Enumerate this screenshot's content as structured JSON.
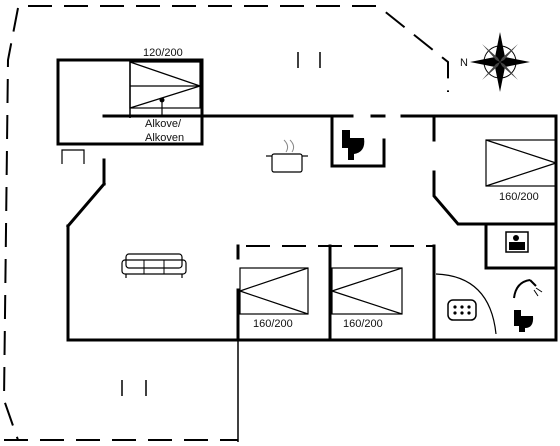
{
  "floor_plan": {
    "alcove": {
      "bed_size": "120/200",
      "label_line1": "Alkove/",
      "label_line2": "Alkoven"
    },
    "bedroom_right": {
      "bed_size": "160/200"
    },
    "bedroom_middle_left": {
      "bed_size": "160/200"
    },
    "bedroom_middle_right": {
      "bed_size": "160/200"
    },
    "compass": {
      "north_label": "N"
    },
    "icons": [
      "compass-icon",
      "toilet-icon",
      "cooking-pot-icon",
      "sofa-icon",
      "sauna-icon",
      "shower-icon",
      "whirlpool-icon"
    ]
  }
}
